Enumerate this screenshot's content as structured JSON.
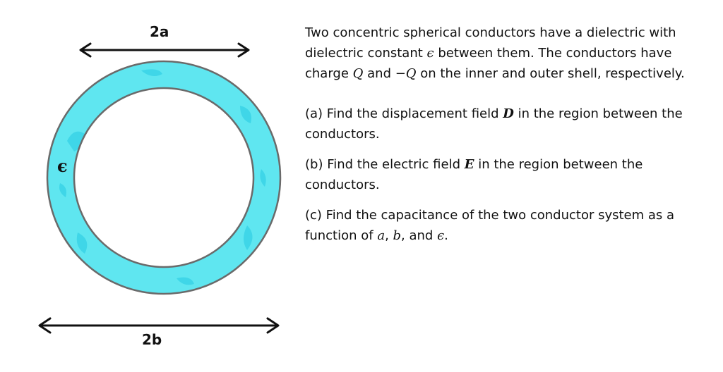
{
  "diagram": {
    "top_label": "2a",
    "bottom_label": "2b",
    "dielectric_label": "ϵ",
    "colors": {
      "shell_fill": "#5fe6f0",
      "shell_dark_patch": "#3fd6e8",
      "outline": "#6a6a6a",
      "arrow": "#111111"
    }
  },
  "problem": {
    "intro": {
      "t1": "Two concentric spherical conductors have a dielectric with dielectric constant ",
      "eps": "ϵ",
      "t2": " between them.  The conductors have charge ",
      "q1": "Q",
      "t3": " and ",
      "q2": "−Q",
      "t4": " on the inner and outer shell, respectively."
    },
    "part_a": {
      "t1": "(a) Find the displacement field ",
      "sym": "D",
      "t2": " in the region between the conductors."
    },
    "part_b": {
      "t1": "(b) Find the electric field ",
      "sym": "E",
      "t2": " in the region between the conductors."
    },
    "part_c": {
      "t1": "(c) Find the capacitance of the two conductor system as a function of ",
      "a": "a",
      "sep1": ", ",
      "b": "b",
      "sep2": ", and ",
      "eps": "ϵ",
      "end": "."
    }
  }
}
